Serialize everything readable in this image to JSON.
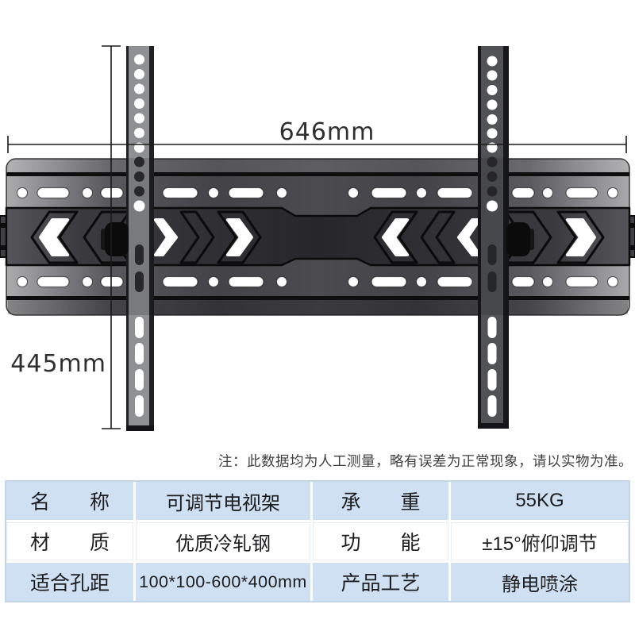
{
  "dimensions": {
    "width_label": "646mm",
    "height_label": "445mm"
  },
  "note": "注：此数据均为人工测量，略有误差为正常现象，请以实物为准。",
  "spec_table": {
    "rows": [
      {
        "c1_label": "名　　称",
        "c2_value": "可调节电视架",
        "c3_label": "承　　重",
        "c4_value": "55KG"
      },
      {
        "c1_label": "材　　质",
        "c2_value": "优质冷轧钢",
        "c3_label": "功　　能",
        "c4_value": "±15°俯仰调节"
      },
      {
        "c1_label": "适合孔距",
        "c2_value": "100*100-600*400mm",
        "c3_label": "产品工艺",
        "c4_value": "静电喷涂"
      }
    ]
  },
  "colors": {
    "table_row_blue": "#cfe0f2",
    "table_border": "#c3d4e6",
    "metal_dark": "#2e2e32",
    "metal_light": "#929296",
    "dimension_line": "#1a1a1a",
    "cutout_white": "#ffffff"
  }
}
